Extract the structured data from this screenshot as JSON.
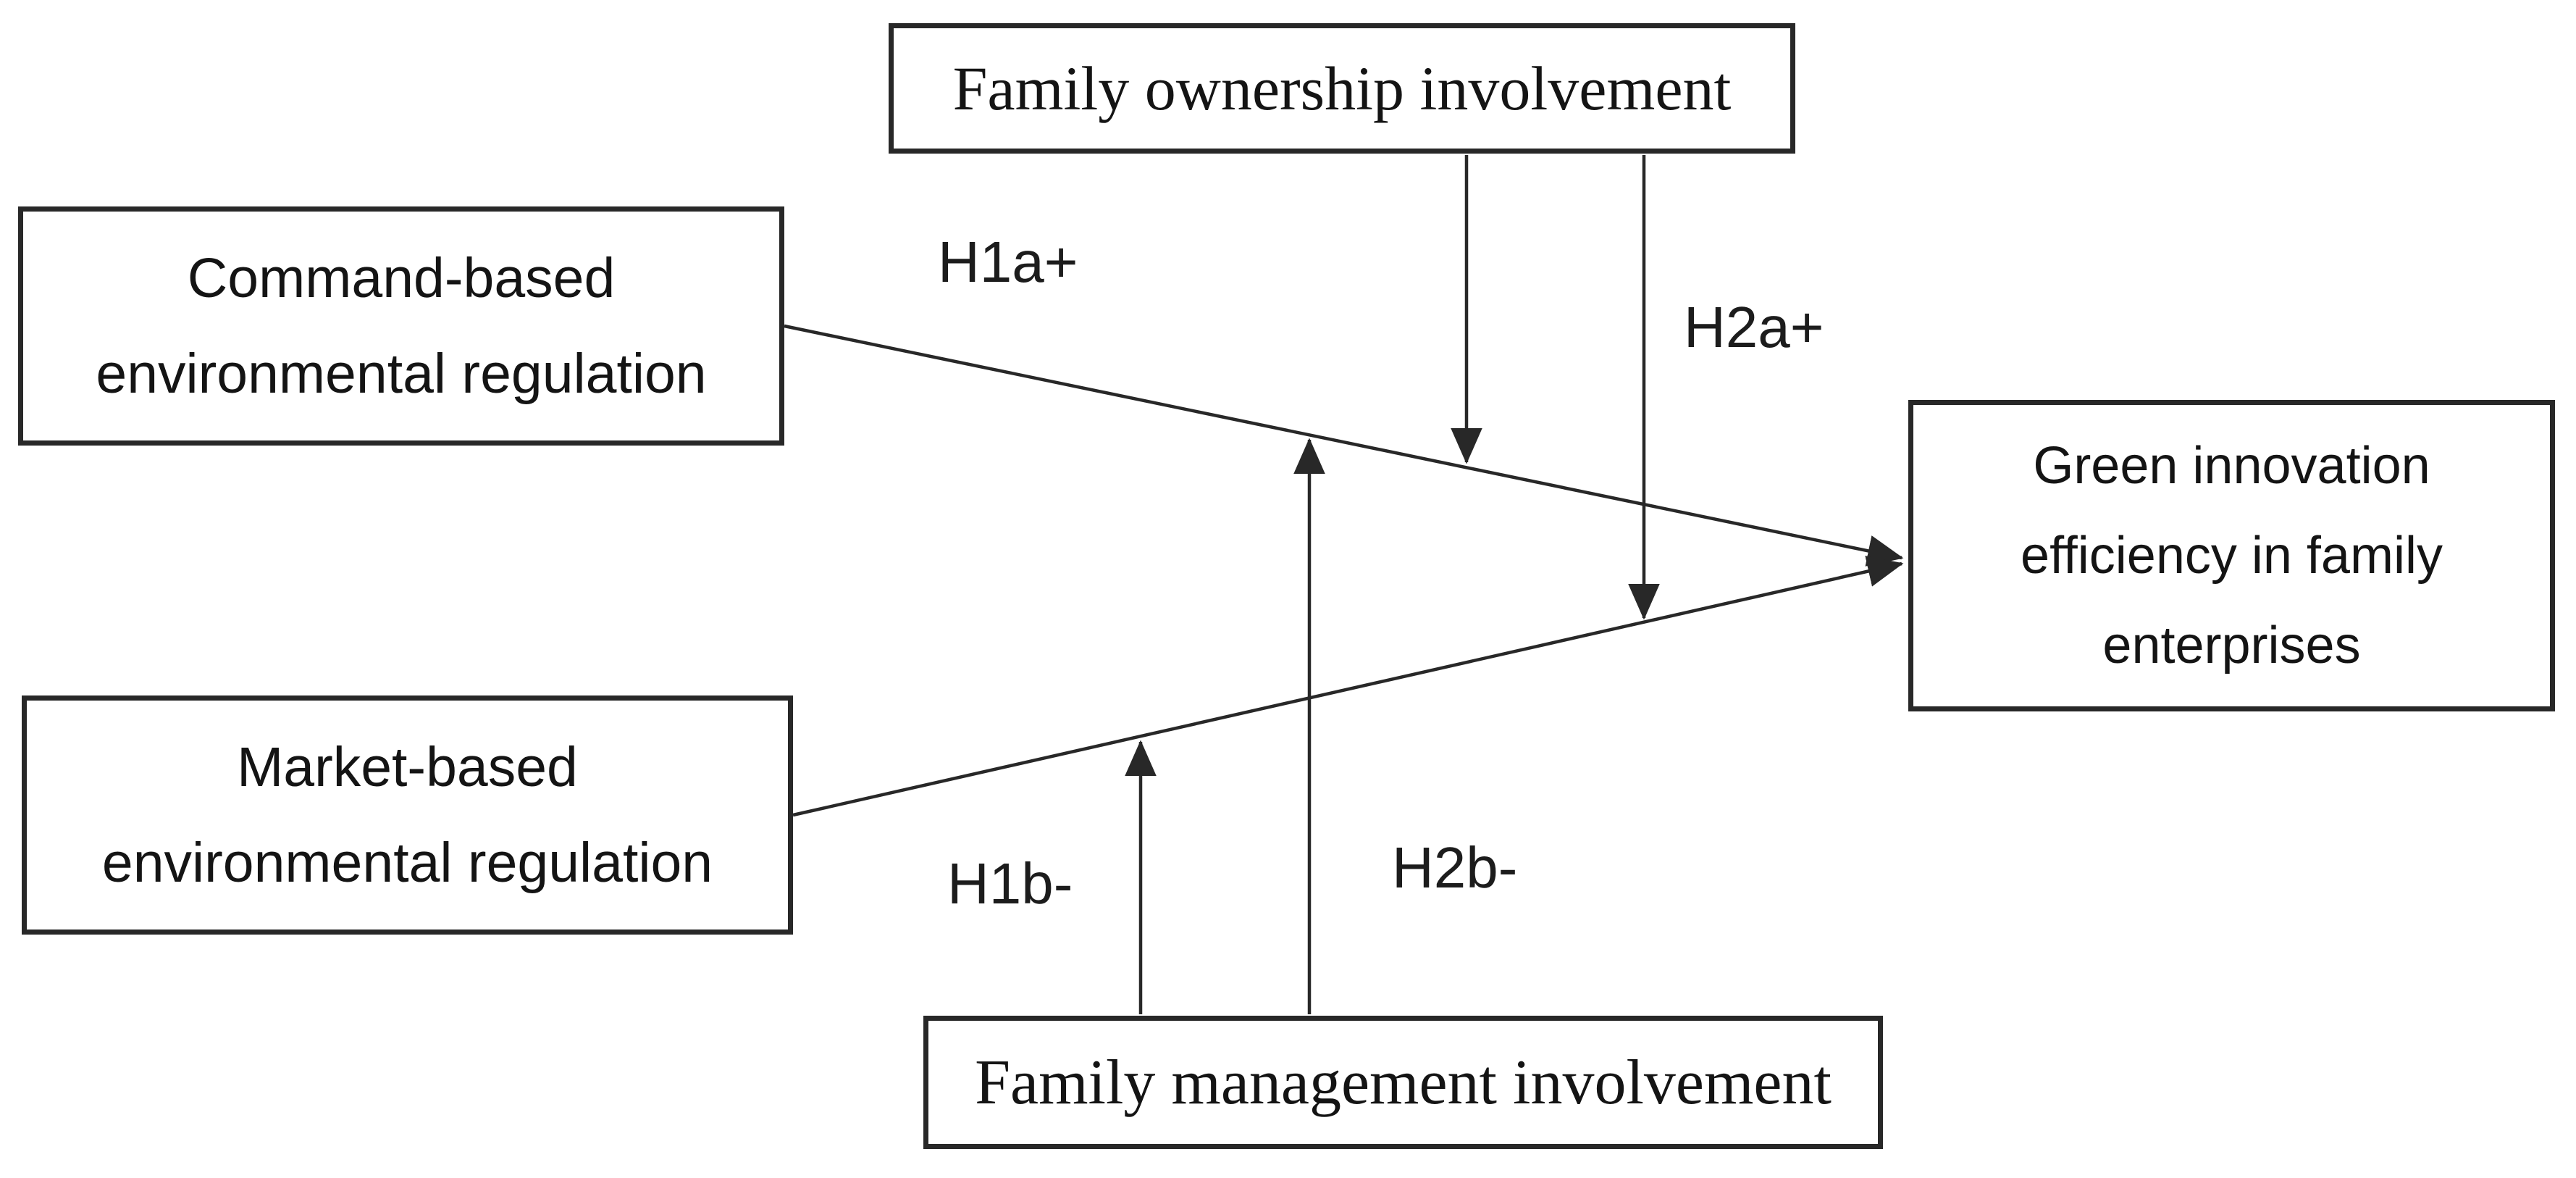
{
  "diagram": {
    "nodes": {
      "family_ownership": {
        "label": "Family ownership involvement"
      },
      "command_regulation": {
        "line1": "Command-based",
        "line2": "environmental regulation"
      },
      "market_regulation": {
        "line1": "Market-based",
        "line2": "environmental regulation"
      },
      "green_innovation": {
        "line1": "Green innovation",
        "line2": "efficiency in family",
        "line3": "enterprises"
      },
      "family_management": {
        "label": "Family management involvement"
      }
    },
    "hypothesis_labels": {
      "h1a": "H1a+",
      "h2a": "H2a+",
      "h1b": "H1b-",
      "h2b": "H2b-"
    },
    "connections": [
      {
        "from": "command_regulation",
        "to": "green_innovation"
      },
      {
        "from": "market_regulation",
        "to": "green_innovation"
      },
      {
        "from": "family_ownership",
        "to": "path_command_to_green"
      },
      {
        "from": "family_ownership",
        "to": "path_market_to_green"
      },
      {
        "from": "family_management",
        "to": "path_market_to_green"
      },
      {
        "from": "family_management",
        "to": "path_command_to_green"
      }
    ],
    "colors": {
      "line": "#282828",
      "text": "#141414",
      "background": "#ffffff"
    }
  }
}
